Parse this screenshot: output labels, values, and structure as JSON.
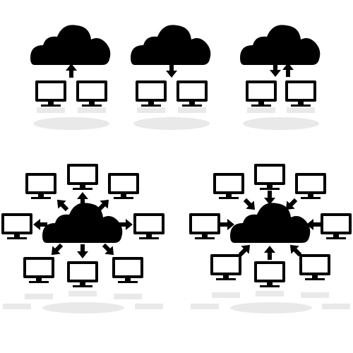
{
  "colors": {
    "ink": "#000000",
    "screen": "#ffffff",
    "reflection": "#cfcfcf",
    "background": "#ffffff"
  },
  "panels": [
    {
      "name": "upload-panel",
      "layout": "pair",
      "direction": "to-cloud"
    },
    {
      "name": "download-panel",
      "layout": "pair",
      "direction": "from-cloud"
    },
    {
      "name": "sync-panel",
      "layout": "pair",
      "direction": "both"
    },
    {
      "name": "distribute-panel",
      "layout": "ring",
      "direction": "from-cloud",
      "computers": 8
    },
    {
      "name": "collect-panel",
      "layout": "ring",
      "direction": "to-cloud",
      "computers": 8
    }
  ],
  "icons": {
    "cloud": "cloud-icon",
    "computer": "monitor-icon",
    "arrow": "arrow-icon"
  }
}
